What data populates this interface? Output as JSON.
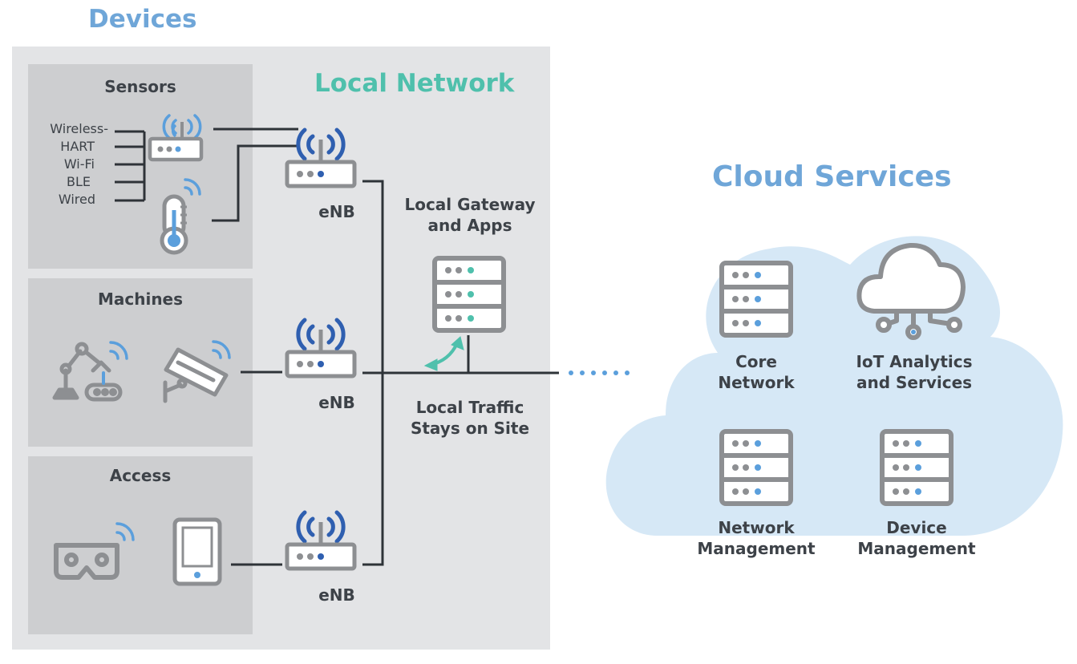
{
  "titles": {
    "devices": "Devices",
    "local_network": "Local Network",
    "cloud_services": "Cloud Services"
  },
  "device_groups": {
    "sensors": "Sensors",
    "machines": "Machines",
    "access": "Access"
  },
  "sensor_protocols": [
    "Wireless-",
    "HART",
    "Wi-Fi",
    "BLE",
    "Wired"
  ],
  "enb_label": "eNB",
  "local_gateway": {
    "line1": "Local Gateway",
    "line2": "and Apps"
  },
  "local_traffic": {
    "line1": "Local Traffic",
    "line2": "Stays on Site"
  },
  "cloud_items": {
    "core_network": {
      "line1": "Core",
      "line2": "Network"
    },
    "iot_analytics": {
      "line1": "IoT Analytics",
      "line2": "and Services"
    },
    "network_management": {
      "line1": "Network",
      "line2": "Management"
    },
    "device_management": {
      "line1": "Device",
      "line2": "Management"
    }
  },
  "colors": {
    "devices_title": "#6fa6d8",
    "local_network_title": "#4fc0ac",
    "cloud_title": "#6fa6d8",
    "panel_bg": "#e3e4e6",
    "group_bg": "#cdced0",
    "cloud_bg": "#d6e8f6",
    "icon_gray": "#8d8f92",
    "enb_blue": "#2f5fb0",
    "light_blue": "#5b9fdc",
    "teal": "#4fc0ac",
    "line_dark": "#2e3338"
  }
}
